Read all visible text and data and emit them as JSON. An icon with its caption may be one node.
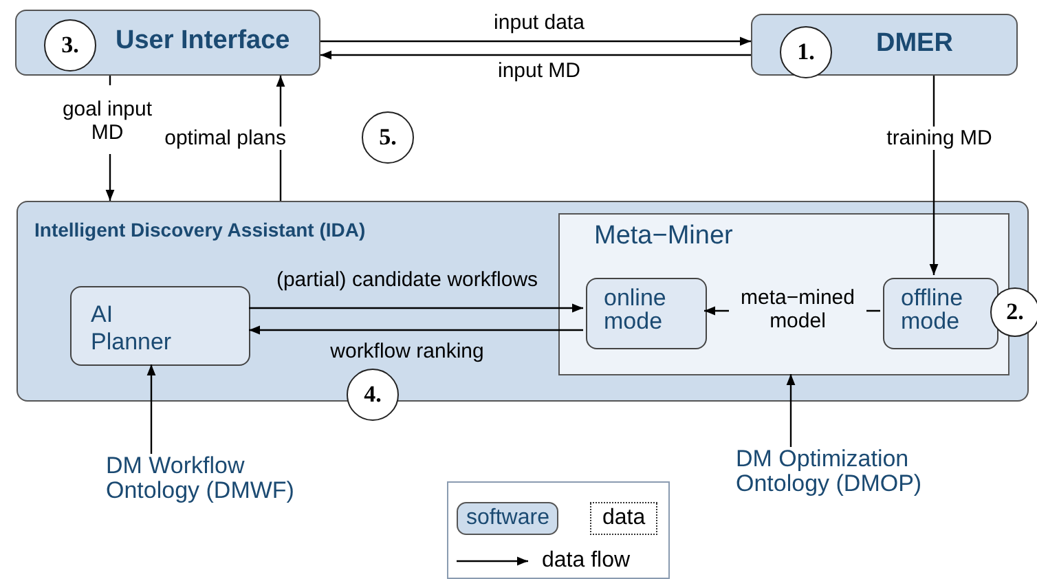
{
  "diagram": {
    "nodes": [
      {
        "text": [
          "User Interface"
        ]
      },
      {
        "text": [
          "3."
        ],
        "in": 0
      },
      {
        "text": [
          "DMER"
        ]
      },
      {
        "text": [
          "1."
        ],
        "in": 2
      },
      {
        "text": [
          "Intelligent Discovery Assistant (IDA)"
        ]
      },
      {
        "text": [
          "AI Planner"
        ],
        "in": 4
      },
      {
        "text": [
          "Meta−Miner"
        ],
        "in": 4
      },
      {
        "text": [
          "online mode"
        ],
        "in": 6
      },
      {
        "text": [
          "offline mode"
        ],
        "in": 6
      },
      {
        "text": [
          "2."
        ]
      },
      {
        "text": [
          "4."
        ]
      },
      {
        "text": [
          "5."
        ]
      },
      {
        "text": [
          "DM Workflow Ontology (DMWF)"
        ]
      },
      {
        "text": [
          "DM Optimization Ontology (DMOP)"
        ]
      }
    ],
    "edges": [
      {
        "from": 0,
        "to": 2,
        "arrow": "to",
        "label": "input data"
      },
      {
        "from": 2,
        "to": 0,
        "arrow": "to",
        "label": "input MD"
      },
      {
        "from": 0,
        "to": 4,
        "arrow": "to",
        "label": "goal input MD"
      },
      {
        "from": 4,
        "to": 0,
        "arrow": "to",
        "label": "optimal plans"
      },
      {
        "from": 2,
        "to": 8,
        "arrow": "to",
        "label": "training MD"
      },
      {
        "from": 5,
        "to": 7,
        "arrow": "to",
        "label": "(partial) candidate workflows"
      },
      {
        "from": 7,
        "to": 5,
        "arrow": "to",
        "label": "workflow ranking"
      },
      {
        "from": 8,
        "to": 7,
        "arrow": "to",
        "label": "meta−mined model"
      },
      {
        "from": 12,
        "to": 5,
        "arrow": "to"
      },
      {
        "from": 13,
        "to": 6,
        "arrow": "to"
      }
    ],
    "legend": [
      {
        "text": "software"
      },
      {
        "text": "data"
      },
      {
        "text": "data flow"
      }
    ]
  }
}
